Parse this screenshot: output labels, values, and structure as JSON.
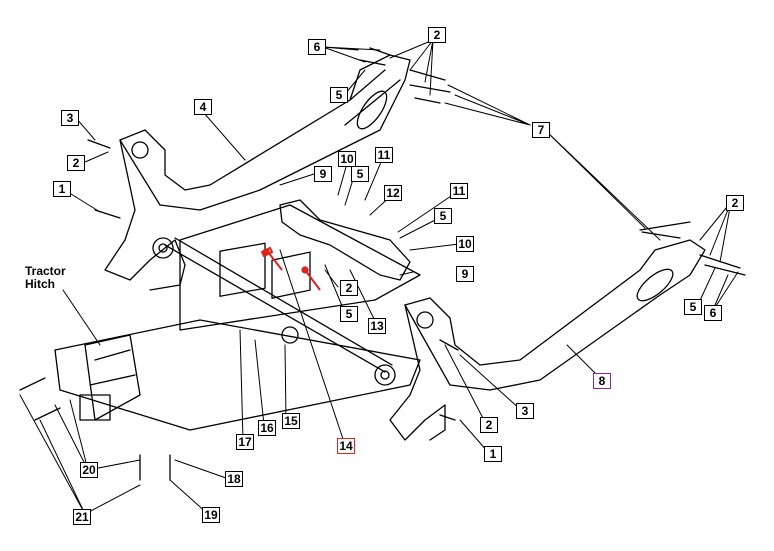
{
  "tractor_hitch_label": [
    "Tractor",
    "Hitch"
  ],
  "callouts": [
    {
      "id": "c6a",
      "text": "6"
    },
    {
      "id": "c2a",
      "text": "2"
    },
    {
      "id": "c5a",
      "text": "5"
    },
    {
      "id": "c3a",
      "text": "3"
    },
    {
      "id": "c4",
      "text": "4"
    },
    {
      "id": "c2b",
      "text": "2"
    },
    {
      "id": "c7",
      "text": "7"
    },
    {
      "id": "c1a",
      "text": "1"
    },
    {
      "id": "c9a",
      "text": "9"
    },
    {
      "id": "c10a",
      "text": "10"
    },
    {
      "id": "c5b",
      "text": "5"
    },
    {
      "id": "c11a",
      "text": "11"
    },
    {
      "id": "c12",
      "text": "12"
    },
    {
      "id": "c11b",
      "text": "11"
    },
    {
      "id": "c5c",
      "text": "5"
    },
    {
      "id": "c10b",
      "text": "10"
    },
    {
      "id": "c9b",
      "text": "9"
    },
    {
      "id": "c2c",
      "text": "2"
    },
    {
      "id": "c5d",
      "text": "5"
    },
    {
      "id": "c13",
      "text": "13"
    },
    {
      "id": "c2d",
      "text": "2"
    },
    {
      "id": "c5e",
      "text": "5"
    },
    {
      "id": "c6b",
      "text": "6"
    },
    {
      "id": "c8",
      "text": "8"
    },
    {
      "id": "c3b",
      "text": "3"
    },
    {
      "id": "c2e",
      "text": "2"
    },
    {
      "id": "c1b",
      "text": "1"
    },
    {
      "id": "c14",
      "text": "14"
    },
    {
      "id": "c15",
      "text": "15"
    },
    {
      "id": "c16",
      "text": "16"
    },
    {
      "id": "c17",
      "text": "17"
    },
    {
      "id": "c18",
      "text": "18"
    },
    {
      "id": "c19",
      "text": "19"
    },
    {
      "id": "c20",
      "text": "20"
    },
    {
      "id": "c21",
      "text": "21"
    }
  ],
  "colors": {
    "line": "#000000",
    "highlight": "#e0231c",
    "purple": "#8a2a9a",
    "bg": "#ffffff"
  }
}
